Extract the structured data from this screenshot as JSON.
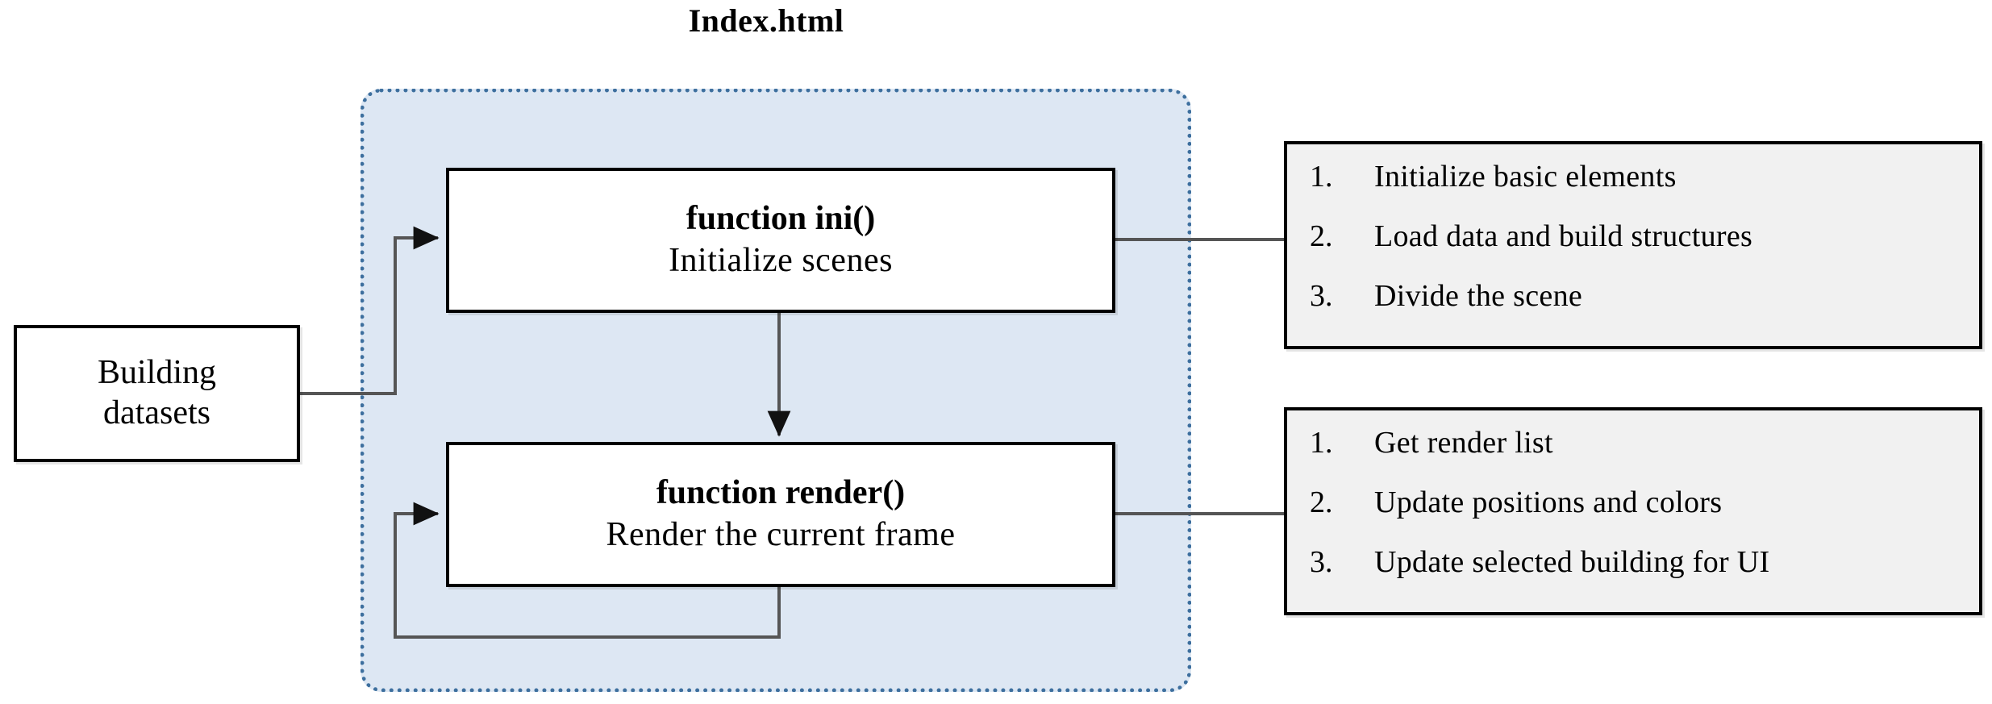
{
  "title": "Index.html",
  "container": {
    "label": "index-html-scope",
    "fill": "#dde7f3",
    "border_color": "#3d6f9e"
  },
  "input_box": {
    "line1": "Building",
    "line2": "datasets"
  },
  "functions": [
    {
      "id": "ini",
      "name": "function ini()",
      "description": "Initialize scenes"
    },
    {
      "id": "render",
      "name": "function render()",
      "description": "Render the current frame"
    }
  ],
  "step_lists": [
    {
      "id": "ini-steps",
      "items": [
        {
          "num": "1.",
          "text": "Initialize basic elements"
        },
        {
          "num": "2.",
          "text": "Load data and build structures"
        },
        {
          "num": "3.",
          "text": "Divide the scene"
        }
      ]
    },
    {
      "id": "render-steps",
      "items": [
        {
          "num": "1.",
          "text": "Get render list"
        },
        {
          "num": "2.",
          "text": "Update positions and colors"
        },
        {
          "num": "3.",
          "text": "Update selected building for UI"
        }
      ]
    }
  ],
  "colors": {
    "box_border": "#000000",
    "box_fill": "#ffffff",
    "list_fill": "#f1f1f1",
    "container_fill": "#dde7f3",
    "container_border": "#3d6f9e",
    "connector": "#555555"
  }
}
